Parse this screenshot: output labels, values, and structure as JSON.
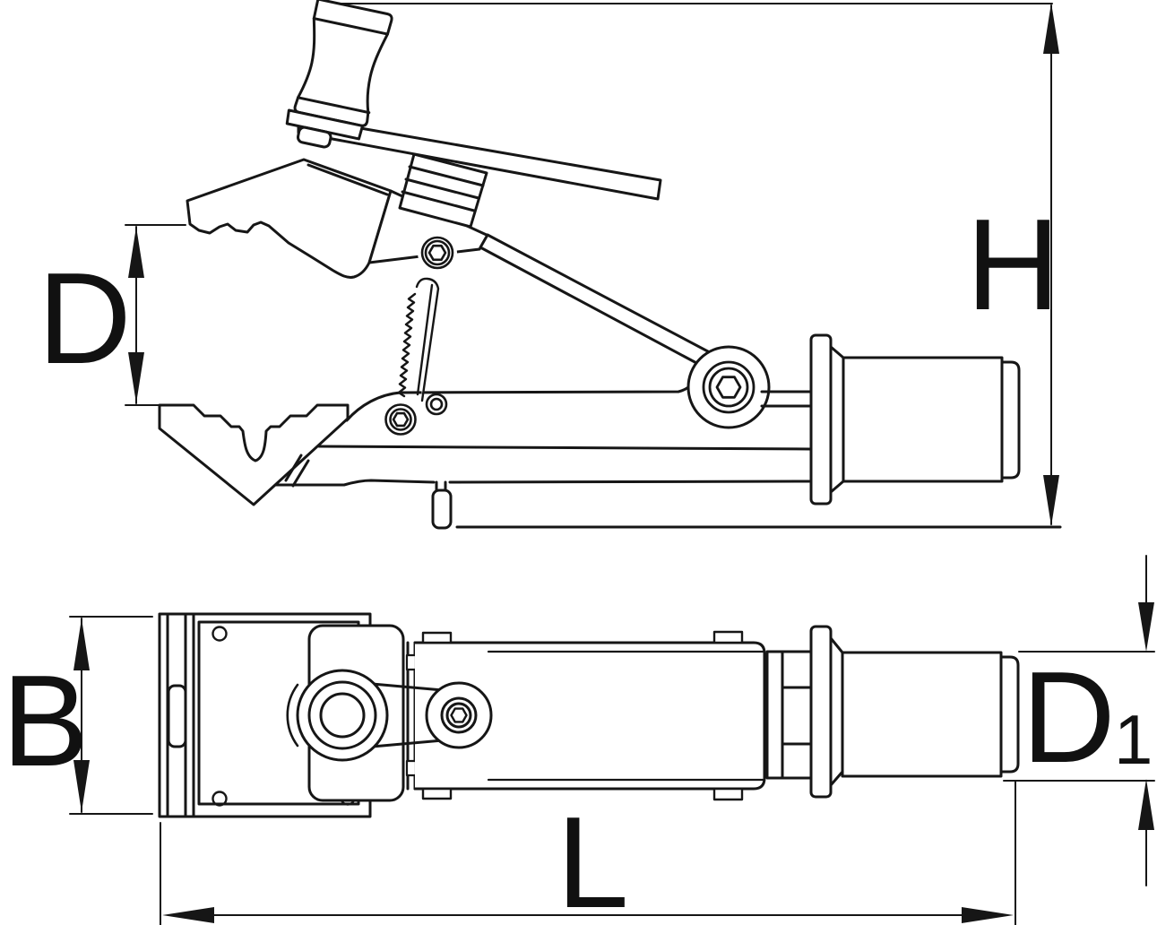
{
  "drawing": {
    "description_labels_only": true,
    "colors": {
      "line": "#161616",
      "background": "#ffffff"
    }
  },
  "dimensions": {
    "clamp_opening": {
      "label": "D"
    },
    "height": {
      "label": "H"
    },
    "base_width": {
      "label": "B"
    },
    "tube_diameter": {
      "label": "D",
      "sub": "1"
    },
    "length": {
      "label": "L"
    }
  }
}
